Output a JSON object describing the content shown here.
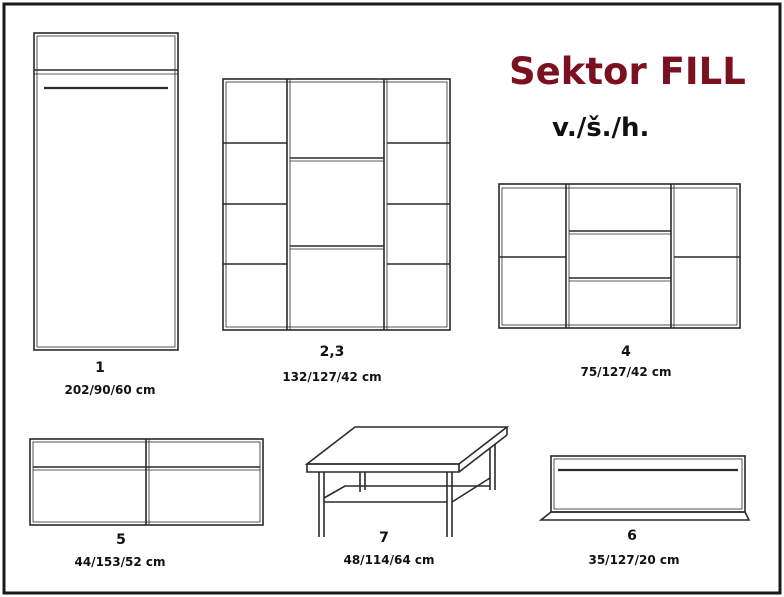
{
  "header": {
    "title": "Sektor FILL",
    "subtitle": "v./š./h."
  },
  "colors": {
    "title": "#7a1020",
    "line": "#2a2a2a",
    "border": "#1a1a1a"
  },
  "items": [
    {
      "number": "1",
      "dimensions": "202/90/60 cm"
    },
    {
      "number": "2,3",
      "dimensions": "132/127/42 cm"
    },
    {
      "number": "4",
      "dimensions": "75/127/42 cm"
    },
    {
      "number": "5",
      "dimensions": "44/153/52 cm"
    },
    {
      "number": "7",
      "dimensions": "48/114/64 cm"
    },
    {
      "number": "6",
      "dimensions": "35/127/20 cm"
    }
  ]
}
